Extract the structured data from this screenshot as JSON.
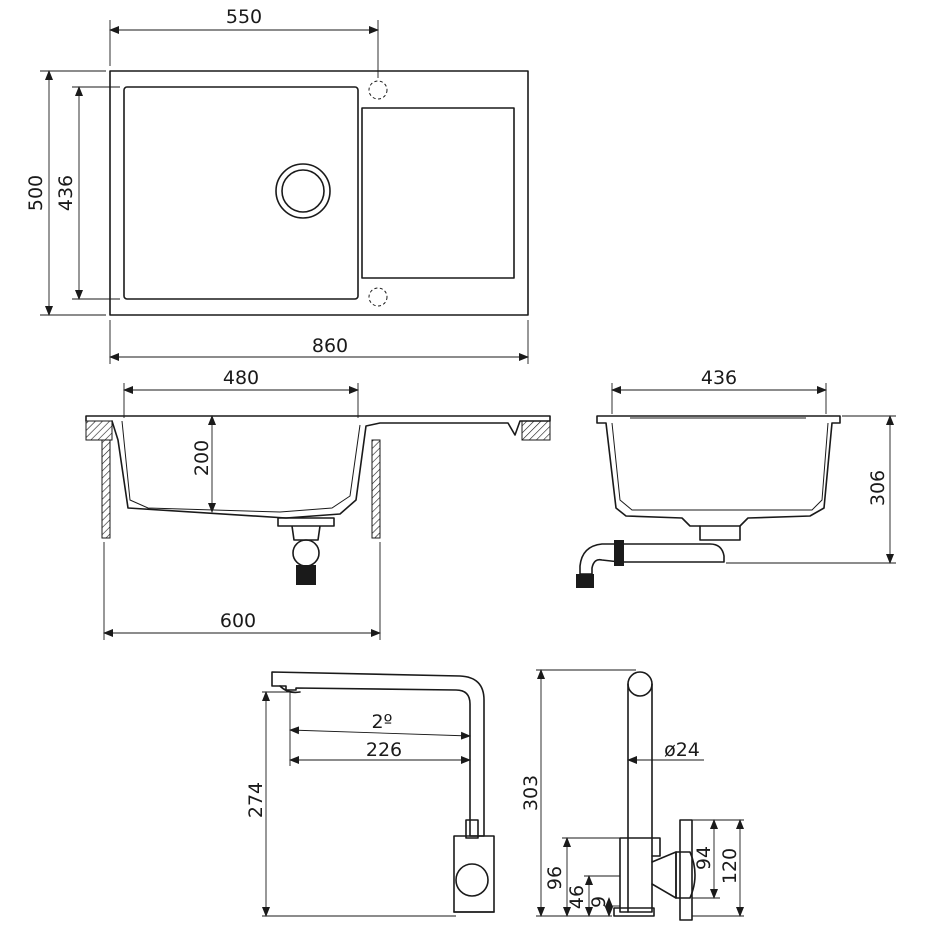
{
  "top_view": {
    "width_overall": "550",
    "depth_overall": "500",
    "bowl_depth": "436",
    "length_overall": "860"
  },
  "front_section": {
    "bowl_width": "480",
    "bowl_depth": "200",
    "cabinet_width": "600"
  },
  "side_section": {
    "bowl_width": "436",
    "total_height": "306"
  },
  "faucet_front": {
    "angle": "2º",
    "reach": "226",
    "height": "274"
  },
  "faucet_side": {
    "height": "303",
    "diameter": "ø24",
    "dim_94": "94",
    "dim_120": "120",
    "dim_96": "96",
    "dim_46": "46",
    "dim_9": "9"
  }
}
